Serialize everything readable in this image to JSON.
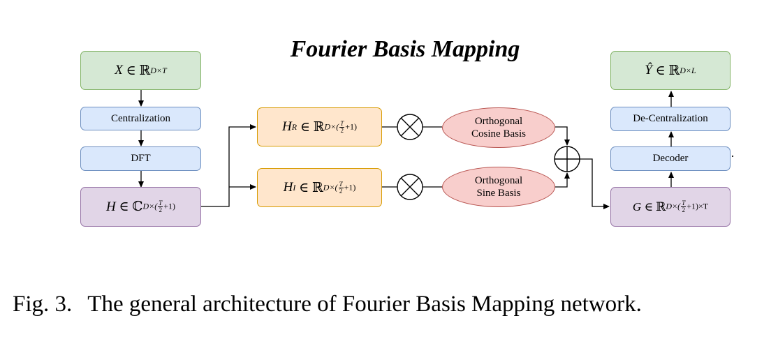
{
  "title": "Fourier Basis Mapping",
  "caption": {
    "label": "Fig. 3.",
    "text": "The general architecture of Fourier Basis Mapping network."
  },
  "left_column": {
    "input": {
      "symbol": "X",
      "rel": "∈",
      "set": "ℝ",
      "exp": "D×T"
    },
    "centralization": "Centralization",
    "dft": "DFT",
    "spectrum": {
      "symbol": "H",
      "rel": "∈",
      "set": "ℂ",
      "exp_pre": "D×(",
      "frac_num": "T",
      "frac_den": "2",
      "exp_post": "+1)"
    }
  },
  "middle": {
    "real": {
      "symbol": "H",
      "sub": "R",
      "rel": "∈",
      "set": "ℝ",
      "exp_pre": "D×(",
      "frac_num": "T",
      "frac_den": "2",
      "exp_post": "+1)"
    },
    "imag": {
      "symbol": "H",
      "sub": "I",
      "rel": "∈",
      "set": "ℝ",
      "exp_pre": "D×(",
      "frac_num": "T",
      "frac_den": "2",
      "exp_post": "+1)"
    },
    "cosine_basis": {
      "line1": "Orthogonal",
      "line2": "Cosine Basis"
    },
    "sine_basis": {
      "line1": "Orthogonal",
      "line2": "Sine Basis"
    }
  },
  "right_column": {
    "output": {
      "symbol": "Ŷ",
      "rel": "∈",
      "set": "ℝ",
      "exp": "D×L"
    },
    "decentralization": "De-Centralization",
    "decoder": "Decoder",
    "mapped": {
      "symbol": "G",
      "rel": "∈",
      "set": "ℝ",
      "exp_pre": "D×(",
      "frac_num": "T",
      "frac_den": "2",
      "exp_post": "+1)×T"
    },
    "dots": "·"
  }
}
